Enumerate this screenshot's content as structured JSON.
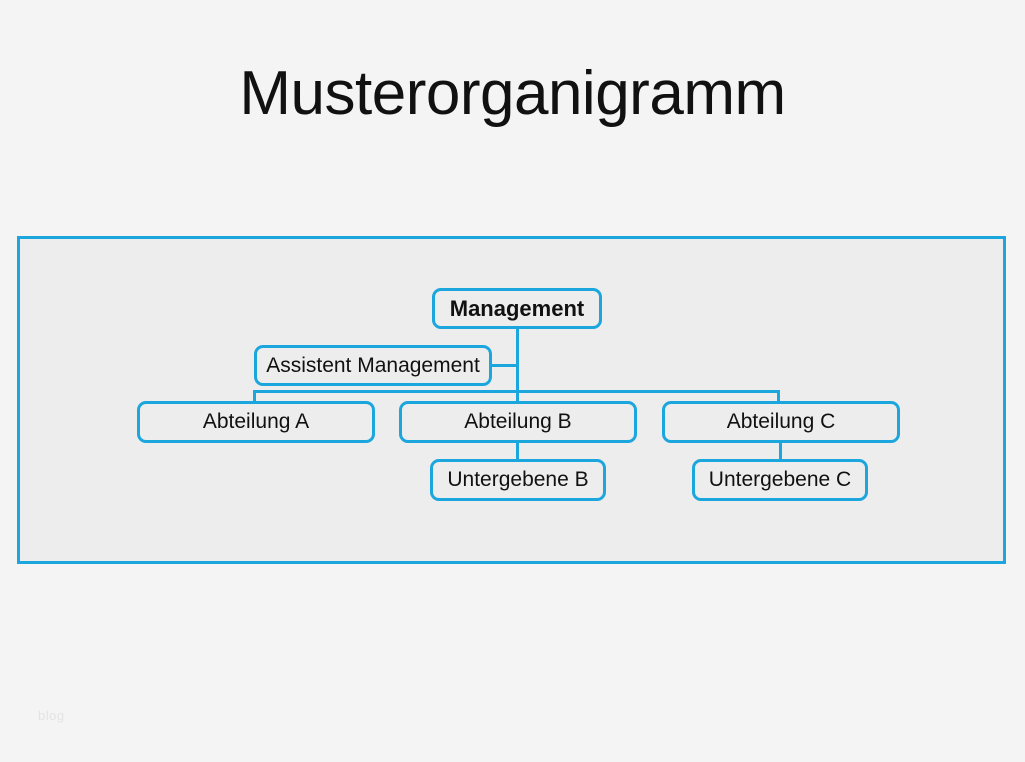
{
  "page": {
    "title": "Musterorganigramm",
    "watermark": "blog",
    "background_color": "#f4f4f4"
  },
  "chart_container": {
    "fill_color": "#ededed",
    "border_color": "#1ba7de"
  },
  "org_chart": {
    "type": "org-chart",
    "accent_color": "#1ba7de",
    "node_fill_color": "#ededed",
    "text_color": "#111111",
    "nodes": [
      {
        "id": "management",
        "label": "Management",
        "level": 0,
        "bold": true
      },
      {
        "id": "assistent",
        "label": "Assistent Management",
        "level": 1,
        "bold": false
      },
      {
        "id": "abteilung_a",
        "label": "Abteilung A",
        "level": 2,
        "bold": false
      },
      {
        "id": "abteilung_b",
        "label": "Abteilung B",
        "level": 2,
        "bold": false
      },
      {
        "id": "abteilung_c",
        "label": "Abteilung C",
        "level": 2,
        "bold": false
      },
      {
        "id": "untergebene_b",
        "label": "Untergebene B",
        "level": 3,
        "bold": false
      },
      {
        "id": "untergebene_c",
        "label": "Untergebene C",
        "level": 3,
        "bold": false
      }
    ],
    "edges": [
      {
        "from": "management",
        "to": "assistent",
        "style": "staff"
      },
      {
        "from": "management",
        "to": "abteilung_a",
        "style": "line"
      },
      {
        "from": "management",
        "to": "abteilung_b",
        "style": "line"
      },
      {
        "from": "management",
        "to": "abteilung_c",
        "style": "line"
      },
      {
        "from": "abteilung_b",
        "to": "untergebene_b",
        "style": "line"
      },
      {
        "from": "abteilung_c",
        "to": "untergebene_c",
        "style": "line"
      }
    ]
  }
}
